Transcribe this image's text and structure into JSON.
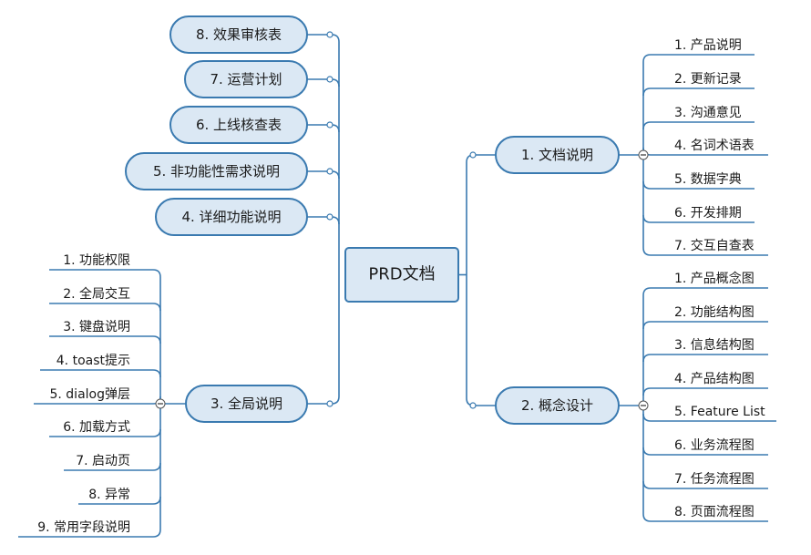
{
  "root": {
    "label": "PRD文档"
  },
  "left_branches": [
    {
      "label": "8. 效果审核表"
    },
    {
      "label": "7. 运营计划"
    },
    {
      "label": "6. 上线核查表"
    },
    {
      "label": "5. 非功能性需求说明"
    },
    {
      "label": "4. 详细功能说明"
    }
  ],
  "global": {
    "label": "3. 全局说明",
    "children": [
      "1. 功能权限",
      "2. 全局交互",
      "3. 键盘说明",
      "4. toast提示",
      "5. dialog弹层",
      "6. 加载方式",
      "7. 启动页",
      "8. 异常",
      "9. 常用字段说明"
    ]
  },
  "docs": {
    "label": "1. 文档说明",
    "children": [
      "1. 产品说明",
      "2. 更新记录",
      "3. 沟通意见",
      "4. 名词术语表",
      "5. 数据字典",
      "6. 开发排期",
      "7. 交互自查表"
    ]
  },
  "concept": {
    "label": "2. 概念设计",
    "children": [
      "1. 产品概念图",
      "2. 功能结构图",
      "3. 信息结构图",
      "4. 产品结构图",
      "5. Feature List",
      "6. 业务流程图",
      "7. 任务流程图",
      "8. 页面流程图"
    ]
  },
  "colors": {
    "line": "#3a7ab0",
    "fill": "#dbe8f4"
  }
}
